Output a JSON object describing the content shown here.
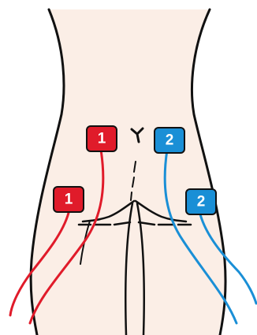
{
  "colors": {
    "skin": "#fbeee6",
    "outline": "#111111",
    "channel_1": "#e01b2a",
    "channel_2": "#1a8fd6"
  },
  "electrode_pads": [
    {
      "channel": "1",
      "label": "1",
      "color": "#e01b2a"
    },
    {
      "channel": "1",
      "label": "1",
      "color": "#e01b2a"
    },
    {
      "channel": "2",
      "label": "2",
      "color": "#1a8fd6"
    },
    {
      "channel": "2",
      "label": "2",
      "color": "#1a8fd6"
    }
  ]
}
